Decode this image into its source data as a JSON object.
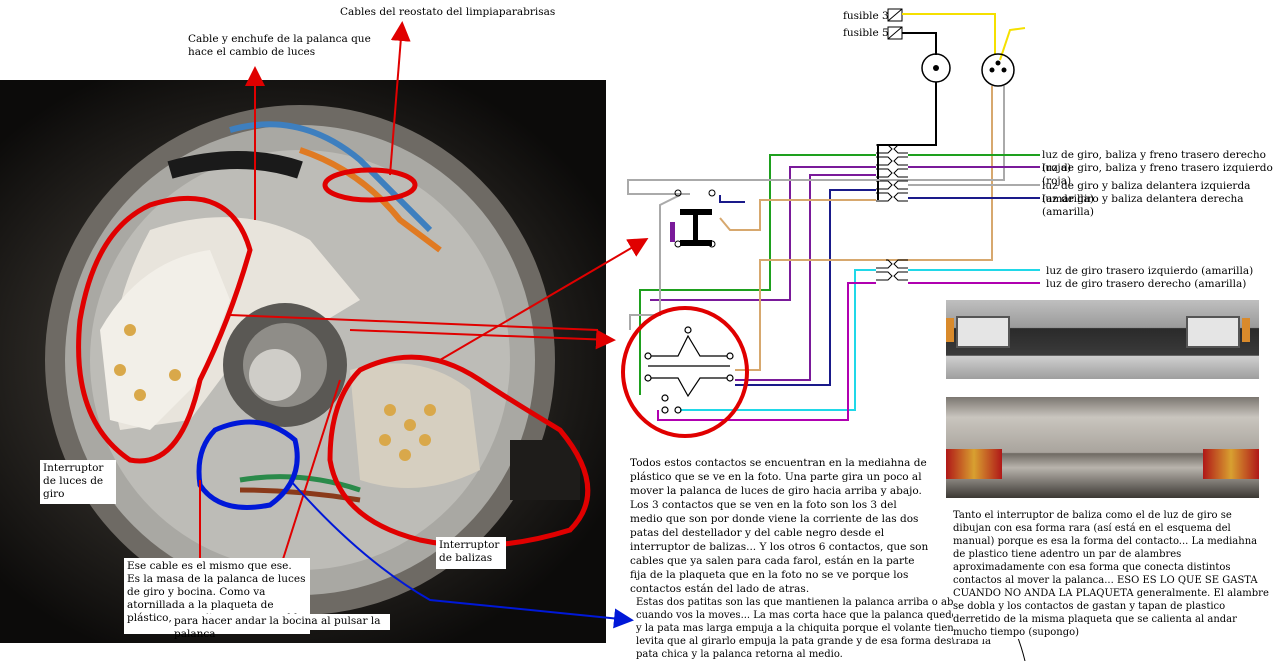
{
  "labels": {
    "cables_reostato": "Cables del reostato del limpiaparabrisas",
    "cable_enchufe": "Cable y enchufe de la palanca que hace el cambio de luces",
    "interruptor_giro": "Interruptor de luces de giro",
    "interruptor_balizas": "Interruptor de balizas",
    "ese_cable": "Ese cable es el mismo que ese. Es la masa de la palanca de luces de giro y bocina. Como va atornillada a la plaqueta de plástico, necesita masa por cable",
    "bocina": "para hacer andar la bocina al pulsar la palanca",
    "fusible3": "fusible 3",
    "fusible5": "fusible 5",
    "wire1": "luz de giro, baliza y freno trasero derecho (roja)",
    "wire2": "luz de giro, baliza y freno trasero izquierdo (roja)",
    "wire3": "luz de giro y baliza delantera izquierda (amarilla)",
    "wire4": "luz de giro y baliza delantera derecha (amarilla)",
    "wire5": "luz de  giro  trasero izquierdo (amarilla)",
    "wire6": "luz de  giro  trasero derecho (amarilla)"
  },
  "paragraphs": {
    "contactos": "Todos estos contactos se encuentran en la mediahna de plástico que se ve en la foto. Una parte gira un poco al mover la palanca de luces de giro hacia arriba y abajo. Los 3 contactos que se ven en la foto son los 3 del medio que son por donde viene la corriente de las dos patas del destellador y del cable negro desde el interruptor de balizas... Y los otros 6 contactos, que son cables que ya salen para cada farol, están en la parte fija de la plaqueta que en la foto no se ve porque los contactos están del lado de atras.",
    "patitas": "Estas dos patitas son las que mantienen la palanca arriba o abajo cuando vos la moves... La mas corta hace que la palanca quede trabada y la pata mas larga empuja a la chiquita porque el volante tiene una levita que al girarlo empuja la pata grande y de esa forma destraba la pata chica y la palanca retorna al medio.",
    "tanto": "Tanto el interruptor de baliza como el de luz de giro se dibujan con esa forma rara (así está en el esquema del manual) porque es esa la forma del contacto... La mediahna de plastico tiene adentro un par de alambres aproximadamente con esa forma que conecta distintos contactos al mover la palanca... ESO ES LO QUE SE GASTA CUANDO NO ANDA LA PLAQUETA generalmente. El alambre se dobla y los contactos de gastan y tapan de plastico derretido de la misma plaqueta que se calienta al andar mucho tiempo (supongo)"
  },
  "colors": {
    "annotation_red": "#e00000",
    "annotation_blue": "#0018d8",
    "wire_yellow": "#f5e000",
    "wire_black": "#000000",
    "wire_green": "#1ea01e",
    "wire_purple": "#7a1a9a",
    "wire_navy": "#1a1a8a",
    "wire_tan": "#d7a86e",
    "wire_cyan": "#20d8e8",
    "wire_magenta": "#b000b0",
    "wire_gray": "#aaaaaa"
  }
}
